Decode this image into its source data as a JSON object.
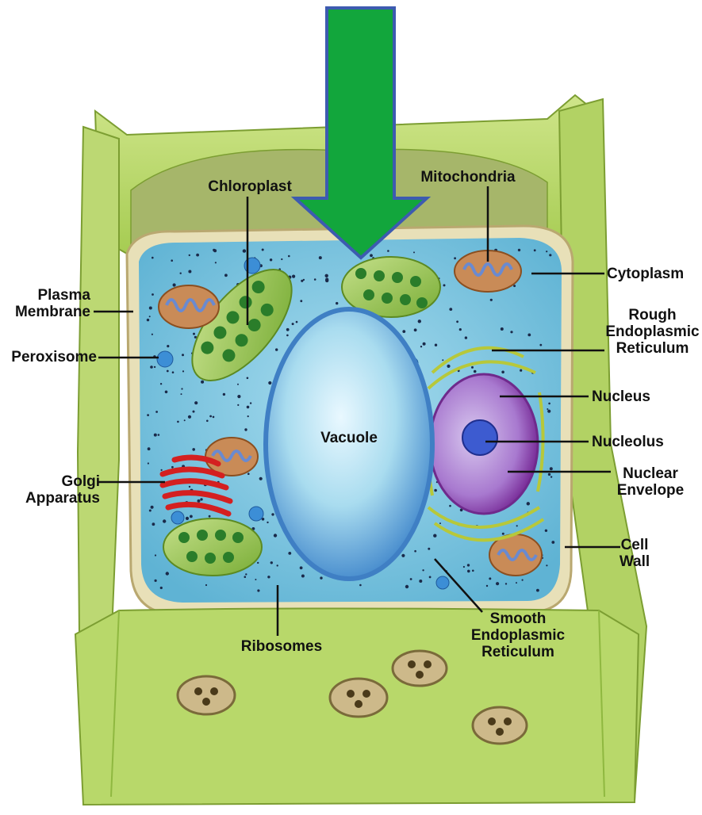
{
  "labels": {
    "chloroplast": "Chloroplast",
    "mitochondria": "Mitochondria",
    "plasma_membrane": "Plasma\nMembrane",
    "cytoplasm": "Cytoplasm",
    "rough_er": "Rough\nEndoplasmic\nReticulum",
    "peroxisome": "Peroxisome",
    "nucleus": "Nucleus",
    "vacuole": "Vacuole",
    "nucleolus": "Nucleolus",
    "golgi_apparatus": "Golgi\nApparatus",
    "nuclear_envelope": "Nuclear\nEnvelope",
    "cell_wall": "Cell\nWall",
    "smooth_er": "Smooth\nEndoplasmic\nReticulum",
    "ribosomes": "Ribosomes"
  },
  "colors": {
    "arrow_fill": "#12a63c",
    "arrow_outline": "#3d5bb0",
    "cell_wall": "#b8d86a",
    "cell_wall_dark": "#8fb840",
    "cytoplasm": "#7ec8e0",
    "vacuole": "#a8dcef",
    "chloroplast": "#7fb23a",
    "golgi": "#d42020",
    "nucleus": "#a05cc0",
    "mitochondria": "#c78a55"
  }
}
